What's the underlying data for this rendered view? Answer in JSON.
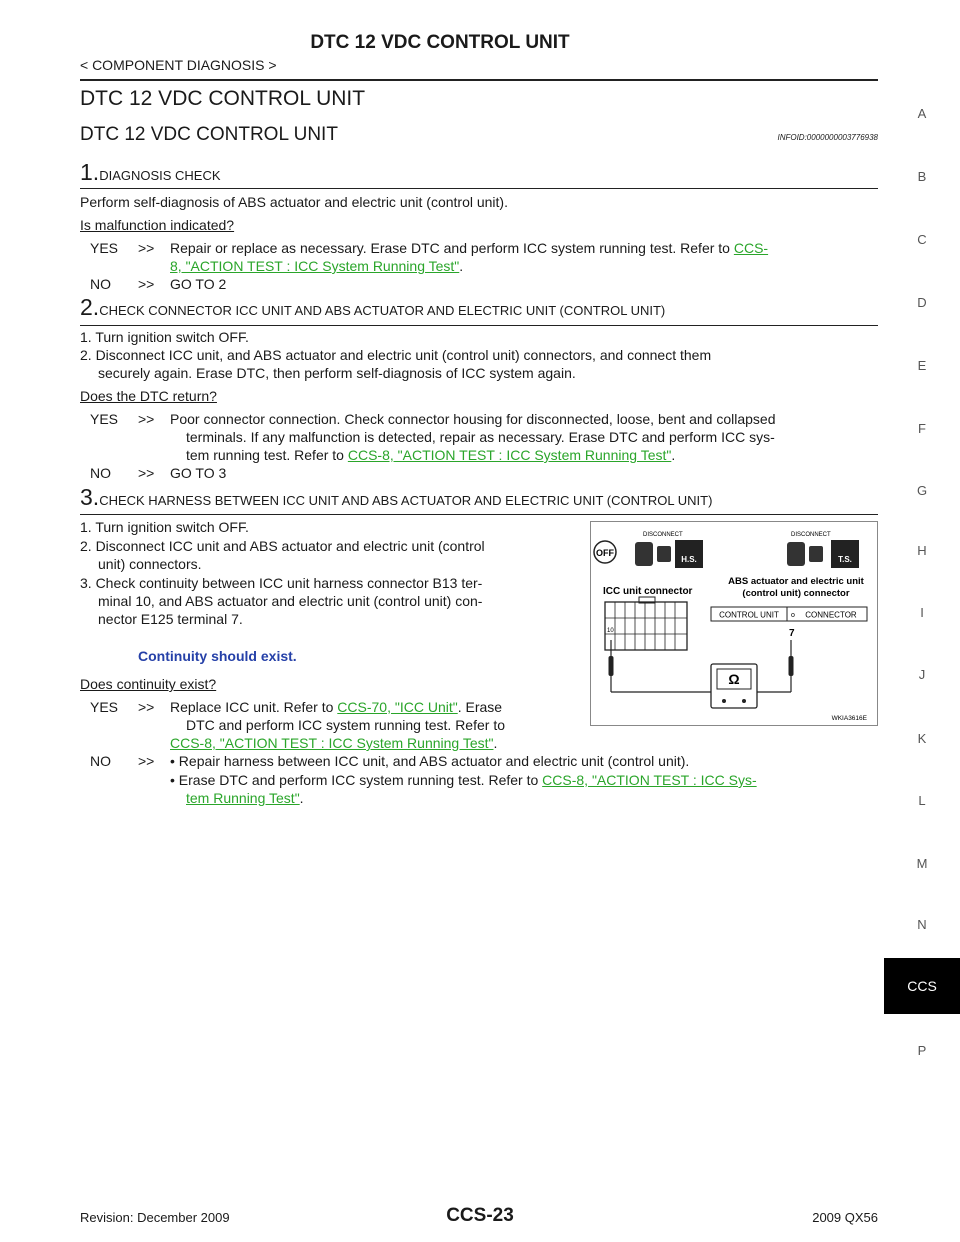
{
  "header": {
    "title": "DTC 12 VDC CONTROL UNIT",
    "section": "< COMPONENT DIAGNOSIS >"
  },
  "main": {
    "heading1": "DTC 12 VDC CONTROL UNIT",
    "heading2": "DTC 12 VDC CONTROL UNIT",
    "info_id": "INFOID:0000000003776938",
    "step1": {
      "num": "1.",
      "title": "DIAGNOSIS CHECK",
      "body": "Perform self-diagnosis of ABS actuator and electric unit (control unit).",
      "question": "Is malfunction indicated?",
      "yes_prefix": "YES",
      "yes_arrow": ">>",
      "yes_text": "Repair or replace as necessary. Erase DTC and perform ICC system running test. Refer to",
      "yes_link_a": "CCS-",
      "yes_link_b": "8, \"ACTION TEST : ICC System Running Test\"",
      "no_prefix": "NO",
      "no_arrow": ">>",
      "no_text": "GO TO 2"
    },
    "step2": {
      "num": "2.",
      "title": "CHECK CONNECTOR ICC UNIT AND ABS ACTUATOR AND ELECTRIC UNIT (CONTROL UNIT)",
      "item1": "1. Turn ignition switch OFF.",
      "item2a": "2. Disconnect ICC unit, and ABS actuator and electric unit (control unit) connectors, and connect them",
      "item2b": "securely again. Erase DTC, then perform self-diagnosis of ICC system again.",
      "question": "Does the DTC return?",
      "yes_prefix": "YES",
      "yes_arrow": ">>",
      "yes_text_a": "Poor connector connection. Check connector housing for disconnected, loose, bent and collapsed",
      "yes_text_b": "terminals. If any malfunction is detected, repair as necessary. Erase DTC and perform ICC sys-",
      "yes_text_c": "tem running test. Refer to",
      "yes_link": "CCS-8, \"ACTION TEST : ICC System Running Test\"",
      "no_prefix": "NO",
      "no_arrow": ">>",
      "no_text": "GO TO 3"
    },
    "step3": {
      "num": "3.",
      "title": "CHECK HARNESS BETWEEN ICC UNIT AND ABS ACTUATOR AND ELECTRIC UNIT (CONTROL UNIT)",
      "item1": "1. Turn ignition switch OFF.",
      "item2a": "2. Disconnect ICC unit and ABS actuator and electric unit (control",
      "item2b": "unit) connectors.",
      "item3a": "3. Check continuity between ICC unit harness connector B13 ter-",
      "item3b": "minal 10, and ABS actuator and electric unit (control unit) con-",
      "item3c": "nector E125 terminal 7.",
      "continuity": "Continuity should exist.",
      "question": "Does continuity exist?",
      "yes_prefix": "YES",
      "yes_arrow": ">>",
      "yes_text_a": "Replace ICC unit. Refer to",
      "yes_link_a": "CCS-70, \"ICC Unit\"",
      "yes_text_b": ". Erase",
      "yes_text_c": "DTC and perform ICC system running test. Refer to",
      "yes_link_b": "CCS-8, \"ACTION TEST : ICC System Running Test\"",
      "no_prefix": "NO",
      "no_arrow": ">>",
      "no_bullet1": "• Repair harness between ICC unit, and ABS actuator and electric unit (control unit).",
      "no_bullet2": "• Erase DTC and perform ICC system running test. Refer to",
      "no_link_a": "CCS-8, \"ACTION TEST : ICC Sys-",
      "no_link_b": "tem Running Test\""
    },
    "figure": {
      "disconnect1": "DISCONNECT",
      "disconnect2": "DISCONNECT",
      "off_label": "OFF",
      "hs_label": "H.S.",
      "ts_label": "T.S.",
      "icc_connector": "ICC unit connector",
      "abs_connector_a": "ABS actuator and electric unit",
      "abs_connector_b": "(control unit) connector",
      "control_unit": "CONTROL UNIT",
      "connector": "CONNECTOR",
      "pin10": "10",
      "pin7": "7",
      "ohm": "Ω",
      "code": "WKIA3616E"
    }
  },
  "sidebar": {
    "letters": [
      "A",
      "B",
      "C",
      "D",
      "E",
      "F",
      "G",
      "H",
      "I",
      "J",
      "K",
      "L",
      "M",
      "N",
      "CCS",
      "P"
    ]
  },
  "footer": {
    "revision": "Revision: December 2009",
    "page": "CCS-23",
    "model": "2009 QX56"
  }
}
